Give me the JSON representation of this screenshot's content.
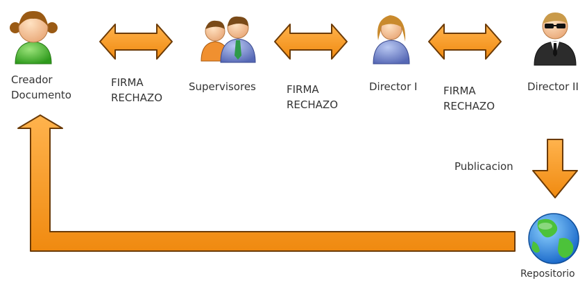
{
  "actors": [
    {
      "name_line1": "Creador",
      "name_line2": "Documento",
      "icon": "woman-user-icon"
    },
    {
      "name": "Supervisores",
      "icon": "group-users-icon"
    },
    {
      "name": "Director I",
      "icon": "woman-manager-icon"
    },
    {
      "name": "Director II",
      "icon": "agent-sunglasses-icon"
    }
  ],
  "links": [
    {
      "line1": "FIRMA",
      "line2": "RECHAZO"
    },
    {
      "line1": "FIRMA",
      "line2": "RECHAZO"
    },
    {
      "line1": "FIRMA",
      "line2": "RECHAZO"
    }
  ],
  "publish_label": "Publicacion",
  "repository": {
    "name": "Repositorio",
    "icon": "globe-icon"
  },
  "colors": {
    "arrow_fill": "#F7941D",
    "arrow_stroke": "#6B3A06",
    "text": "#333333"
  }
}
